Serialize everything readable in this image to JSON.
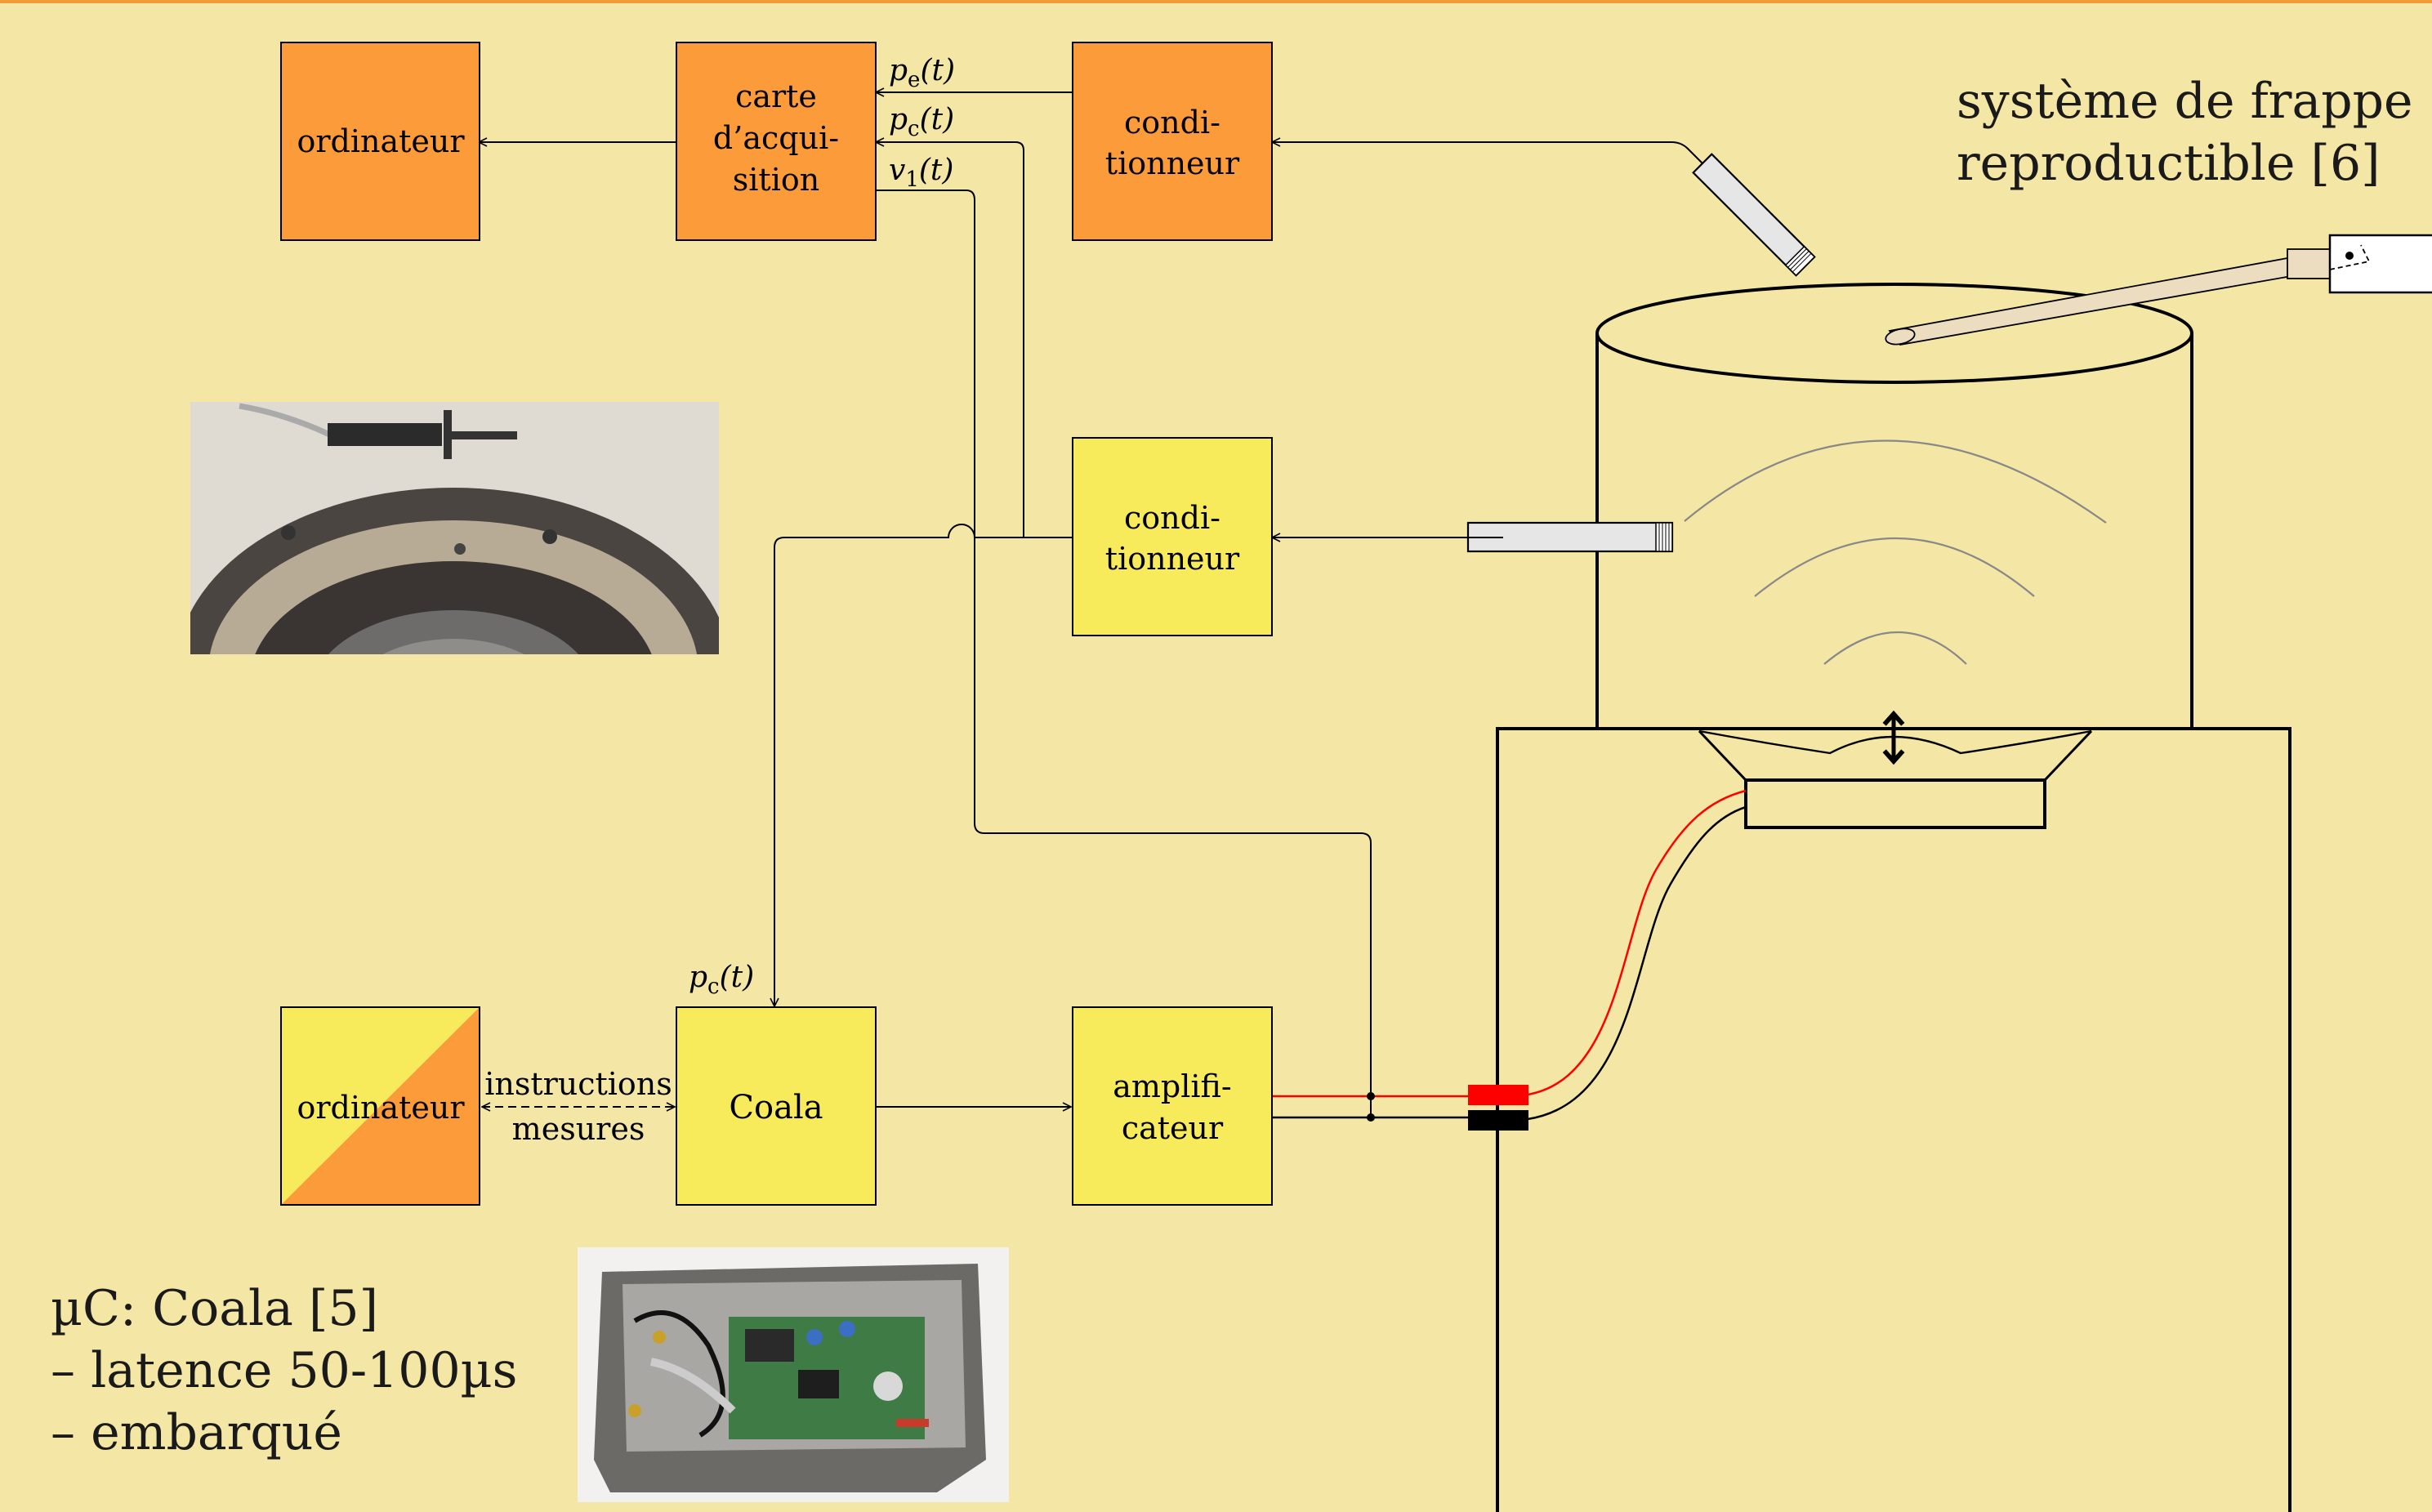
{
  "blocks": {
    "ordinateur_top": "ordinateur",
    "carte": [
      "carte",
      "d’acqui-",
      "sition"
    ],
    "conditionneur_top": [
      "condi-",
      "tionneur"
    ],
    "conditionneur_mid": [
      "condi-",
      "tionneur"
    ],
    "ordinateur_bottom": "ordinateur",
    "coala": "Coala",
    "amplificateur": [
      "amplifi-",
      "cateur"
    ]
  },
  "signals": {
    "pe": {
      "sym": "p",
      "sub": "e",
      "arg": "(t)"
    },
    "pc": {
      "sym": "p",
      "sub": "c",
      "arg": "(t)"
    },
    "v1": {
      "sym": "v",
      "sub": "1",
      "arg": "(t)"
    },
    "pc_coala": {
      "sym": "p",
      "sub": "c",
      "arg": "(t)"
    }
  },
  "link_labels": {
    "instructions": "instructions",
    "mesures": "mesures"
  },
  "captions": {
    "frappe": [
      "système de frappe",
      "reproductible [6]"
    ],
    "coala_info": [
      "µC: Coala [5]",
      "– latence 50-100µs",
      "– embarqué"
    ]
  },
  "colors": {
    "background": "#f4e6a5",
    "orange_block": "#fb9b39",
    "yellow_block": "#f7eb5c",
    "red_wire": "#ff0000",
    "top_rule": "#f29b38"
  }
}
